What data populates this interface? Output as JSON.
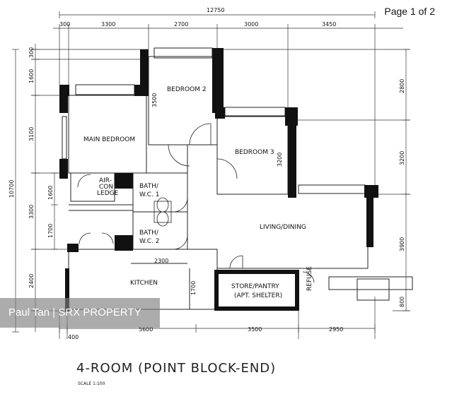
{
  "page_label": "Page 1 of 2",
  "watermark": "Paul Tan | SRX PROPERTY",
  "plan_title": "4-ROOM (POINT BLOCK-END)",
  "scale_label": "SCALE  1:100",
  "rooms": {
    "bedroom2": "BEDROOM 2",
    "main_bedroom": "MAIN BEDROOM",
    "bedroom3": "BEDROOM 3",
    "aircon_1": "AIR-",
    "aircon_2": "CON",
    "aircon_3": "LEDGE",
    "bath1_1": "BATH/",
    "bath1_2": "W.C. 1",
    "bath2_1": "BATH/",
    "bath2_2": "W.C. 2",
    "living": "LIVING/DINING",
    "kitchen": "KITCHEN",
    "store_1": "STORE/PANTRY",
    "store_2": "(APT. SHELTER)",
    "refuse": "REFUSE"
  },
  "dimensions": {
    "top_total": "12750",
    "top_300": "300",
    "top_3300": "3300",
    "top_2700": "2700",
    "top_3000": "3000",
    "top_3450": "3450",
    "left_total": "10700",
    "left_300": "300",
    "left_1600a": "1600",
    "left_3100": "3100",
    "left_1600b": "1600",
    "left_3300": "3300",
    "left_1700": "1700",
    "left_2400": "2400",
    "right_2800": "2800",
    "right_3200": "3200",
    "right_3900": "3900",
    "right_800": "800",
    "bottom_400": "400",
    "bottom_5600": "5600",
    "bottom_3500": "3500",
    "bottom_2950": "2950",
    "inner_3500": "3500",
    "inner_3200": "3200",
    "inner_2300": "2300",
    "inner_1700": "1700"
  }
}
